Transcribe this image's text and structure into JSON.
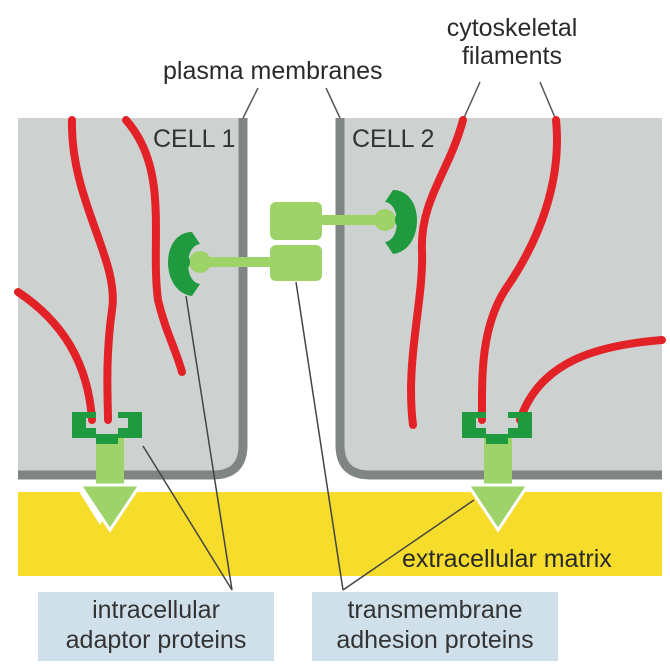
{
  "diagram": {
    "cell1_label": "CELL 1",
    "cell2_label": "CELL 2",
    "plasma_membranes_label": "plasma membranes",
    "cytoskeletal_label_line1": "cytoskeletal",
    "cytoskeletal_label_line2": "filaments",
    "ecm_label": "extracellular matrix",
    "adaptor_label_line1": "intracellular",
    "adaptor_label_line2": "adaptor proteins",
    "adhesion_label_line1": "transmembrane",
    "adhesion_label_line2": "adhesion proteins"
  },
  "colors": {
    "cytoplasm": "#cdd2d1",
    "membrane": "#7f8583",
    "filament": "#e32228",
    "adaptor": "#1f9a3e",
    "adhesion": "#9ed36a",
    "matrix": "#f6dc2b",
    "label_box": "#cfe0ea"
  }
}
